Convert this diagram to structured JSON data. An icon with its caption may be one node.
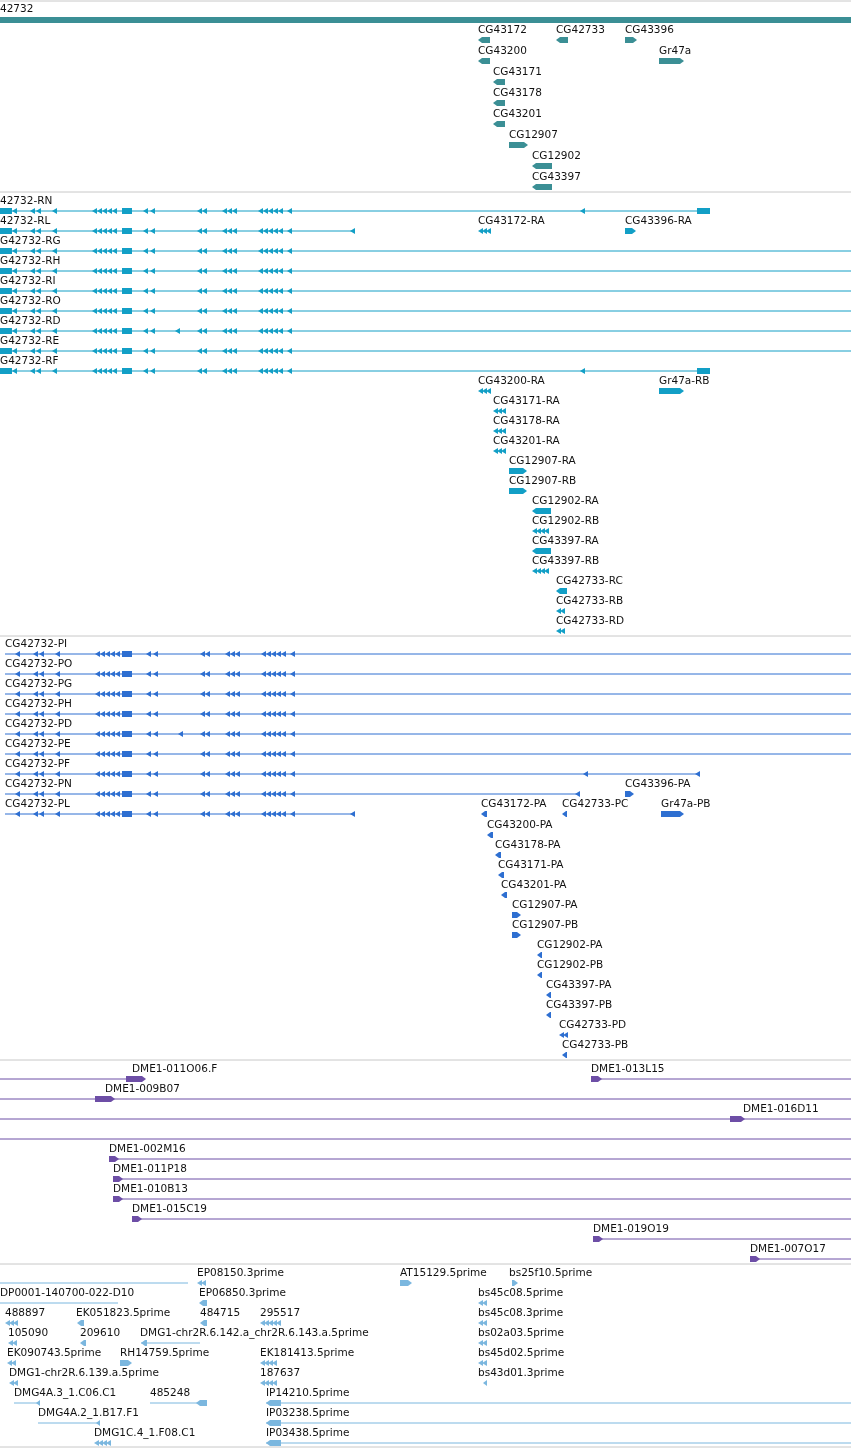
{
  "diagram": {
    "labels": [
      "42732",
      "CG43172",
      "CG42733",
      "CG43396",
      "CG43200",
      "Gr47a",
      "CG43171",
      "CG43178",
      "CG43201",
      "CG12907",
      "CG12902",
      "CG43397",
      "42732-RN",
      "42732-RL",
      "CG43172-RA",
      "CG43396-RA",
      "G42732-RG",
      "G42732-RH",
      "G42732-RI",
      "G42732-RO",
      "G42732-RD",
      "G42732-RE",
      "G42732-RF",
      "CG43200-RA",
      "Gr47a-RB",
      "CG43171-RA",
      "CG43178-RA",
      "CG43201-RA",
      "CG12907-RA",
      "CG12907-RB",
      "CG12902-RA",
      "CG12902-RB",
      "CG43397-RA",
      "CG43397-RB",
      "CG42733-RC",
      "CG42733-RB",
      "CG42733-RD",
      "CG42732-PI",
      "CG42732-PO",
      "CG42732-PG",
      "CG42732-PH",
      "CG42732-PD",
      "CG42732-PE",
      "CG42732-PF",
      "CG42732-PN",
      "CG43396-PA",
      "CG42732-PL",
      "CG43172-PA",
      "CG42733-PC",
      "Gr47a-PB",
      "CG43200-PA",
      "CG43178-PA",
      "CG43171-PA",
      "CG43201-PA",
      "CG12907-PA",
      "CG12907-PB",
      "CG12902-PA",
      "CG12902-PB",
      "CG43397-PA",
      "CG43397-PB",
      "CG42733-PD",
      "CG42733-PB",
      "DME1-011O06.F",
      "DME1-013L15",
      "DME1-009B07",
      "DME1-016D11",
      "DME1-002M16",
      "DME1-011P18",
      "DME1-010B13",
      "DME1-015C19",
      "DME1-019O19",
      "DME1-007O17",
      "EP08150.3prime",
      "AT15129.5prime",
      "bs25f10.5prime",
      "DP0001-140700-022-D10",
      "EP06850.3prime",
      "bs45c08.5prime",
      "488897",
      "EK051823.5prime",
      "484715",
      "295517",
      "bs45c08.3prime",
      "105090",
      "209610",
      "DMG1-chr2R.6.142.a_chr2R.6.143.a.5prime",
      "bs02a03.5prime",
      "EK090743.5prime",
      "RH14759.5prime",
      "EK181413.5prime",
      "bs45d02.5prime",
      "DMG1-chr2R.6.139.a.5prime",
      "187637",
      "bs43d01.3prime",
      "DMG4A.3_1.C06.C1",
      "485248",
      "IP14210.5prime",
      "DMG4A.2_1.B17.F1",
      "IP03238.5prime",
      "DMG1C.4_1.F08.C1",
      "IP03438.5prime"
    ]
  }
}
